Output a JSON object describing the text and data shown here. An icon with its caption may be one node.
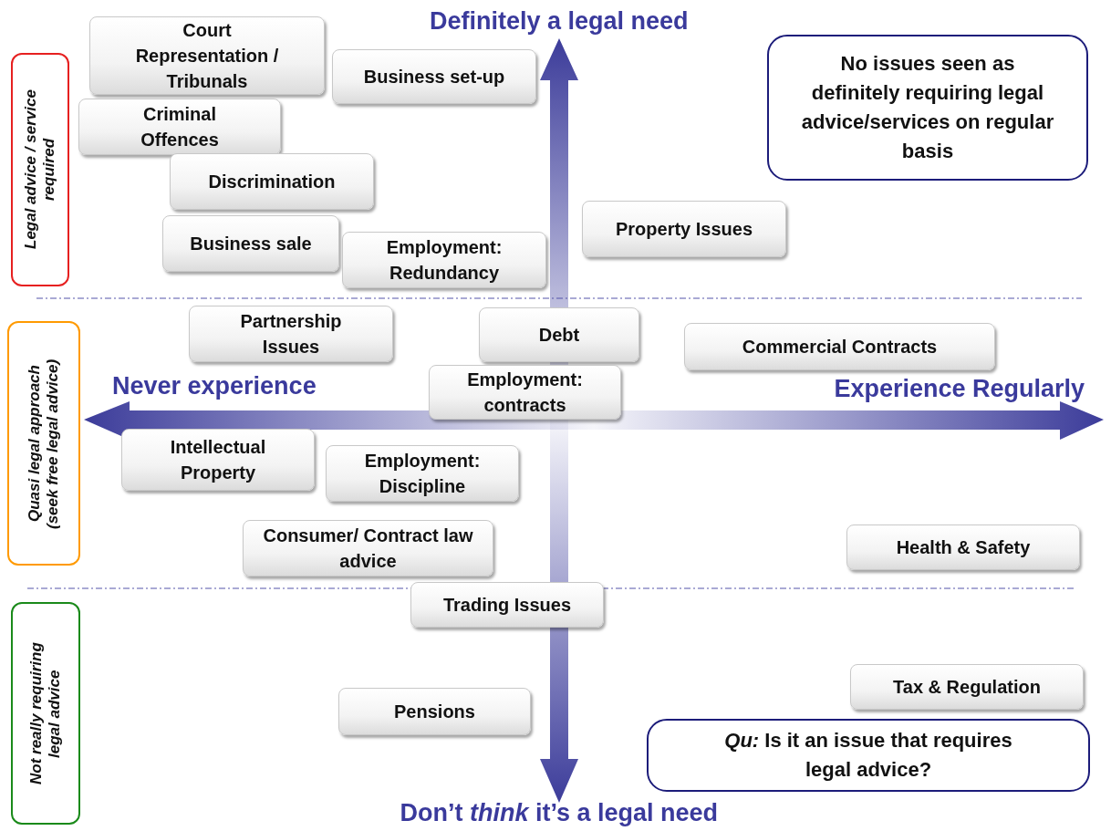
{
  "diagram": {
    "nodes": [
      {
        "text": [
          "Court Representation / Tribunals"
        ]
      },
      {
        "text": [
          "Business set-up"
        ]
      },
      {
        "text": [
          "Criminal Offences"
        ]
      },
      {
        "text": [
          "Discrimination"
        ]
      },
      {
        "text": [
          "Business sale"
        ]
      },
      {
        "text": [
          "Employment: Redundancy"
        ]
      },
      {
        "text": [
          "Property Issues"
        ]
      },
      {
        "text": [
          "Partnership Issues"
        ]
      },
      {
        "text": [
          "Debt"
        ]
      },
      {
        "text": [
          "Commercial Contracts"
        ]
      },
      {
        "text": [
          "Employment: contracts"
        ]
      },
      {
        "text": [
          "Intellectual Property"
        ]
      },
      {
        "text": [
          "Employment: Discipline"
        ]
      },
      {
        "text": [
          "Consumer/ Contract law advice"
        ]
      },
      {
        "text": [
          "Health & Safety"
        ]
      },
      {
        "text": [
          "Trading Issues"
        ]
      },
      {
        "text": [
          "Pensions"
        ]
      },
      {
        "text": [
          "Tax & Regulation"
        ]
      },
      {
        "text": [
          "No issues seen as definitely requiring legal advice/services on regular basis"
        ]
      },
      {
        "text": [
          "*Qu:* Is it an issue that requires legal advice?"
        ]
      },
      {
        "text": [
          "Legal advice / service required"
        ]
      },
      {
        "text": [
          "Quasi legal approach (seek free legal advice)"
        ]
      },
      {
        "text": [
          "Not really requiring legal advice"
        ]
      }
    ],
    "labels": [
      "Definitely a legal need",
      "Never experience",
      "Experience Regularly",
      "Don’t *think* it’s a legal need"
    ]
  }
}
